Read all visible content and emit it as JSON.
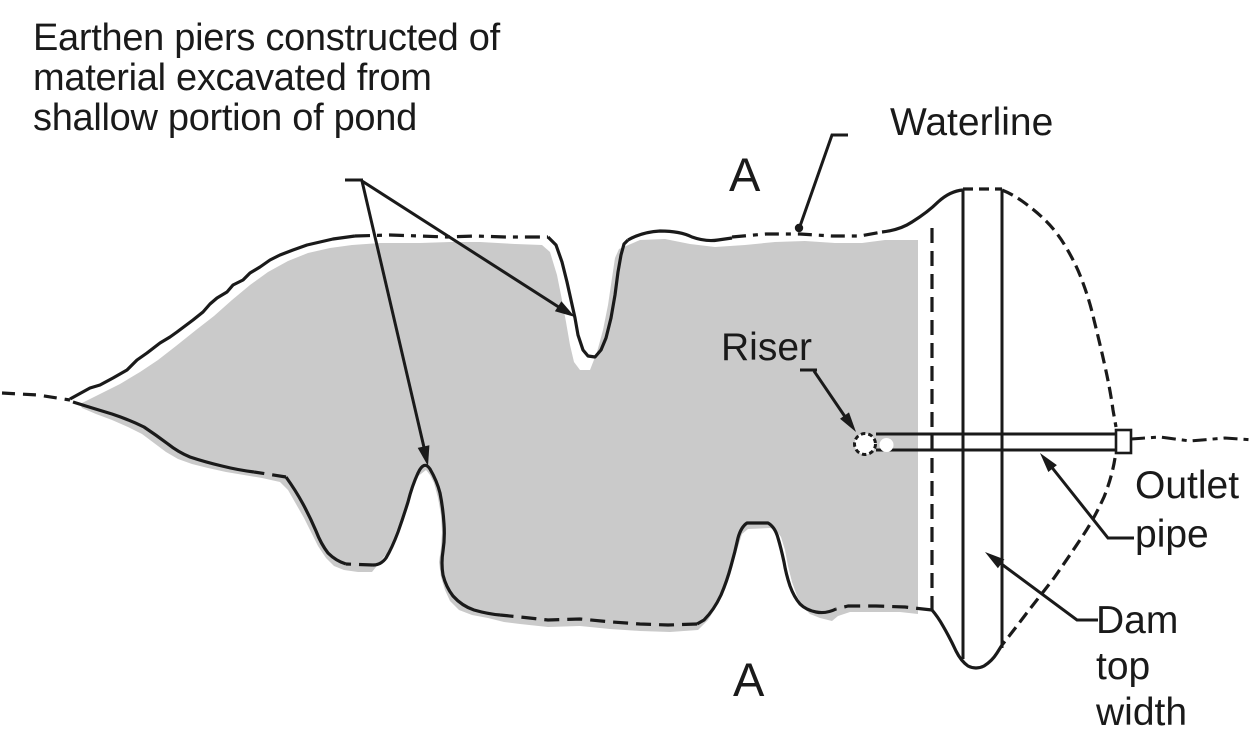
{
  "figure": {
    "title": "Pond plan view with earthen piers and dam",
    "ink_color": "#1a1a1a",
    "pond_fill": "#cacaca",
    "background": "#ffffff"
  },
  "labels": {
    "earthen_piers": "Earthen piers constructed of\nmaterial excavated from\nshallow portion of pond",
    "waterline": "Waterline",
    "section_a_top": "A",
    "section_a_bottom": "A",
    "riser": "Riser",
    "outlet_pipe": "Outlet\npipe",
    "dam_top_width": "Dam\ntop\nwidth"
  }
}
